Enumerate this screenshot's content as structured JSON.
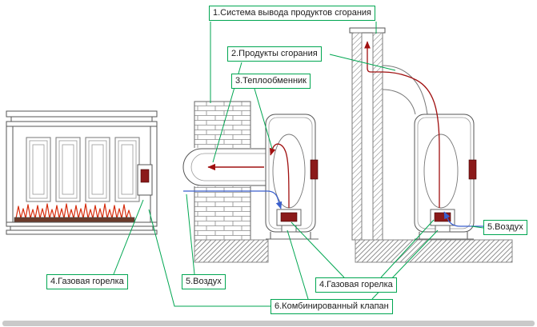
{
  "labels": {
    "flue_system": "1.Система вывода продуктов сгорания",
    "combustion_products": "2.Продукты сгорания",
    "heat_exchanger": "3.Теплообменник",
    "gas_burner_left": "4.Газовая горелка",
    "air_middle": "5.Воздух",
    "gas_burner_right": "4.Газовая горелка",
    "combined_valve": "6.Комбинированный клапан",
    "air_right": "5.Воздух"
  },
  "colors": {
    "annotation_green": "#00A651",
    "flue_gas_red": "#A01010",
    "air_blue": "#3A5FCD",
    "flame_red": "#D52A0A",
    "line_gray": "#555555",
    "ground_gray": "#909090"
  }
}
